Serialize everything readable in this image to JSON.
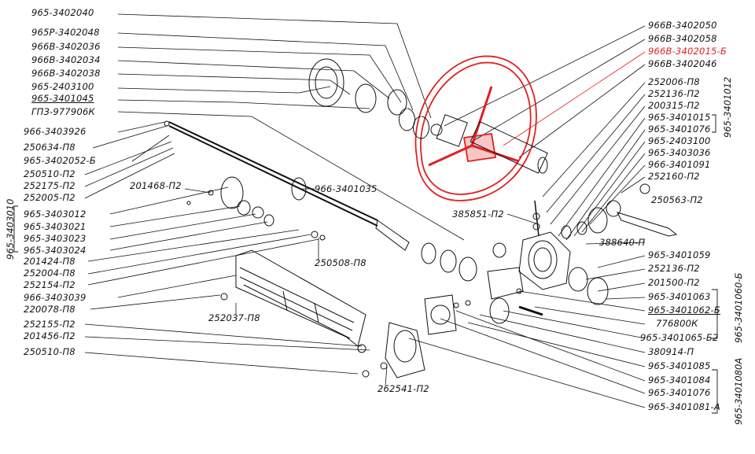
{
  "colors": {
    "ink": "#111111",
    "highlight": "#e02020",
    "paper": "#ffffff"
  },
  "labels": {
    "left": [
      "965-3402040",
      "965Р-3402048",
      "966В-3402036",
      "966В-3402034",
      "966В-3402038",
      "965-2403100",
      "965-3401045",
      "ГПЗ-977906К",
      "966-3403926",
      "250634-П8",
      "965-3402052-Б",
      "250510-П2",
      "252175-П2",
      "252005-П2",
      "965-3403012",
      "965-3403021",
      "965-3403023",
      "965-3403024",
      "201424-П8",
      "252004-П8",
      "252154-П2",
      "966-3403039",
      "220078-П8",
      "252155-П2",
      "201456-П2",
      "250510-П8"
    ],
    "center": [
      "201468-П2",
      "966-3401035",
      "250508-П8",
      "252037-П8",
      "385851-П2",
      "262541-П2"
    ],
    "right_top": [
      "966В-3402050",
      "966В-3402058",
      "966В-3402015-Б",
      "966В-3402046"
    ],
    "right": [
      "252006-П8",
      "252136-П2",
      "200315-П2",
      "965-3401015",
      "965-3401076",
      "965-2403100",
      "965-3403036",
      "966-3401091",
      "252160-П2",
      "250563-П2",
      "388640-П",
      "965-3401059",
      "252136-П2",
      "201500-П2",
      "965-3401063",
      "965-3401062-Б",
      "776800К",
      "965-3401065-Б2",
      "380914-П",
      "965-3401085",
      "965-3401084",
      "965-3401076",
      "965-3401081-А"
    ],
    "groups": {
      "left_vertical": "965-3403010",
      "right_top_vertical": "965-3401012",
      "right_mid_vertical": "965-3401060-Б",
      "right_bottom_vertical": "965-3401080А"
    }
  }
}
